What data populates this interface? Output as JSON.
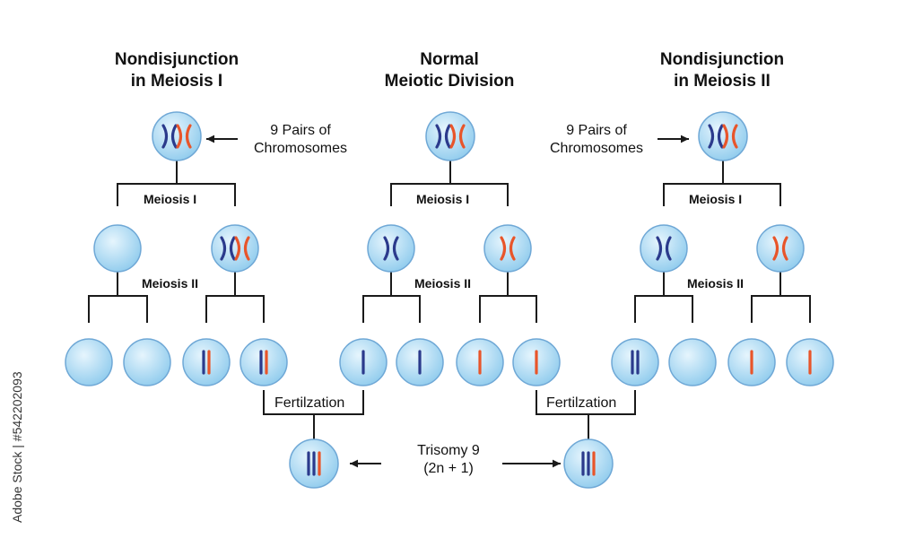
{
  "titles": {
    "left": [
      "Nondisjunction",
      "in Meiosis I"
    ],
    "center": [
      "Normal",
      "Meiotic Division"
    ],
    "right": [
      "Nondisjunction",
      "in Meiosis II"
    ]
  },
  "labels": {
    "pairs_left": [
      "9 Pairs of",
      "Chromosomes"
    ],
    "pairs_right": [
      "9 Pairs of",
      "Chromosomes"
    ],
    "meiosis_1": "Meiosis I",
    "meiosis_2": "Meiosis II",
    "fertilization": "Fertilzation",
    "trisomy": [
      "Trisomy 9",
      "(2n + 1)"
    ]
  },
  "watermark": "Adobe Stock | #542202093",
  "colors": {
    "line": "#1a1a1a",
    "cell_fill": "#a9d8f3",
    "cell_stroke": "#6fa8d6",
    "blue_chromosome": "#2b3a8c",
    "red_chromosome": "#e8552a"
  }
}
